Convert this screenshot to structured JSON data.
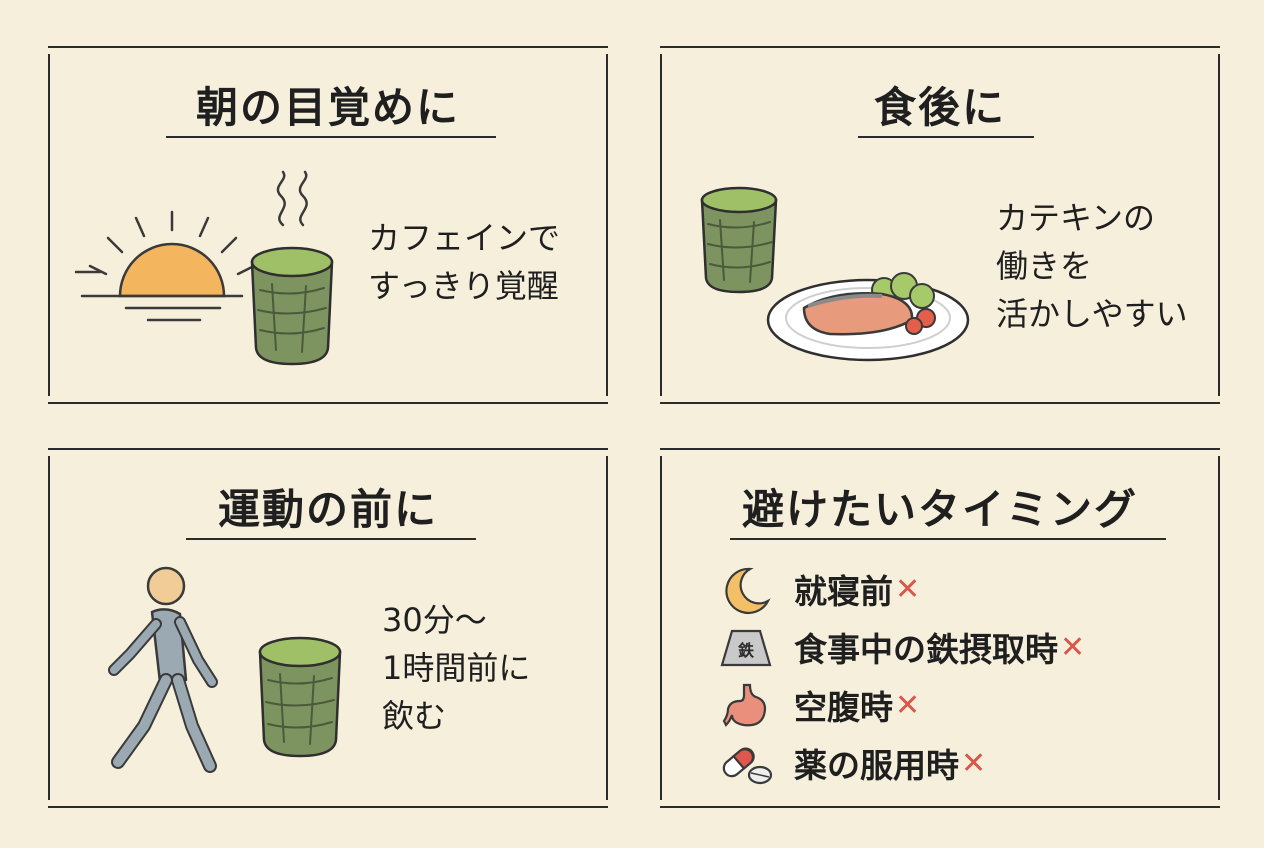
{
  "panels": {
    "morning": {
      "title": "朝の目覚めに",
      "lines": [
        "カフェインで",
        "すっきり覚醒"
      ]
    },
    "after_meal": {
      "title": "食後に",
      "lines": [
        "カテキンの",
        "働きを",
        "活かしやすい"
      ]
    },
    "before_exercise": {
      "title": "運動の前に",
      "lines": [
        "30分〜",
        "1時間前に",
        "飲む"
      ]
    },
    "avoid": {
      "title": "避けたいタイミング",
      "iron_label": "鉄",
      "mark": "✕",
      "items": [
        {
          "label": "就寝前",
          "icon": "moon-icon"
        },
        {
          "label": "食事中の鉄摂取時",
          "icon": "iron-weight-icon"
        },
        {
          "label": "空腹時",
          "icon": "stomach-icon"
        },
        {
          "label": "薬の服用時",
          "icon": "medicine-icon"
        }
      ]
    }
  },
  "colors": {
    "background": "#f6efdc",
    "tea_cup": "#7d9460",
    "tea_liquid": "#9fc066",
    "sun": "#f3b55e",
    "cross_mark": "#d9574a",
    "person": "#9ba9b2"
  }
}
